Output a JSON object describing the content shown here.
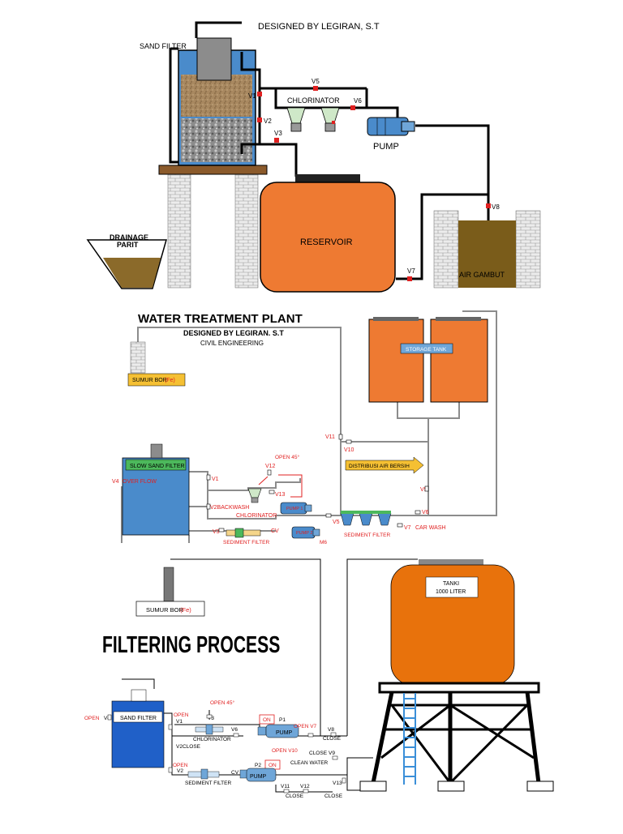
{
  "diagram1": {
    "credit": "DESIGNED BY LEGIRAN, S.T",
    "sand_filter": "SAND FILTER",
    "valve_v1": "V1",
    "valve_v2": "V2",
    "valve_v3": "V3",
    "valve_v5": "V5",
    "valve_v6": "V6",
    "valve_v7": "V7",
    "valve_v8": "V8",
    "chlorinator": "CHLORINATOR",
    "pump": "PUMP",
    "reservoir": "RESERVOIR",
    "drainage_line1": "DRAINAGE",
    "drainage_line2": "PARIT",
    "air_gambut": "AIR GAMBUT"
  },
  "diagram2": {
    "title": "WATER TREATMENT PLANT",
    "credit": "DESIGNED BY LEGIRAN. S.T",
    "subtitle": "CIVIL ENGINEERING",
    "sumur_bor": "SUMUR BOR",
    "fe": "(Fe)",
    "storage_tank": "STORAGE TANK",
    "slow_sand_filter": "SLOW SAND FILTER",
    "distribusi": "DISTRIBUSI AIR BERSIH",
    "valve_v1": "V1",
    "valve_v2": "V2BACKWASH",
    "valve_v3": "V3",
    "valve_v4": "V4",
    "over_flow": "OVER FLOW",
    "valve_v5": "V5",
    "valve_v6": "V6",
    "valve_v7": "V7",
    "valve_v9": "V9",
    "valve_v10": "V10",
    "valve_v11": "V11",
    "valve_v12": "V12",
    "valve_v13": "V13",
    "open45": "OPEN 45°",
    "chlorinator": "CHLORINATOR",
    "pump1": "PUMP 1",
    "pump2": "PUMP 2",
    "sediment_filter_a": "SEDIMENT FILTER",
    "sediment_filter_b": "SEDIMENT FILTER",
    "cv": "CV",
    "m6": "M6",
    "car_wash": "CAR WASH"
  },
  "diagram3": {
    "title": "FILTERING PROCESS",
    "sumur_bor": "SUMUR BOR",
    "fe": "(Fe)",
    "tank_line1": "TANKI",
    "tank_line2": "1000 LITER",
    "sand_filter": "SAND FILTER",
    "open_v4": "OPEN",
    "v4": "V4",
    "open_v1": "OPEN",
    "v1": "V1",
    "open_v2": "OPEN",
    "v2": "V2",
    "v2close": "V2CLOSE",
    "open45": "OPEN 45°",
    "v3": "V3",
    "v6": "V6",
    "chlorinator": "CHLORINATOR",
    "on1": "ON",
    "p1": "P1",
    "pump1": "PUMP",
    "open_v7": "OPEN V7",
    "v8": "V8",
    "close_v8": "CLOSE",
    "close_v9": "CLOSE",
    "v9": "V9",
    "p2": "P2",
    "on2": "ON",
    "open_v10": "OPEN V10",
    "clean_water": "CLEAN WATER",
    "sediment_filter": "SEDIMENT FILTER",
    "cv": "CV",
    "pump2": "PUMP",
    "v11": "V11",
    "v12": "V12",
    "close_bottom": "CLOSE",
    "v13": "V13",
    "close_v13": "CLOSE"
  },
  "colors": {
    "orange": "#EE7A32",
    "tank_orange": "#E8720C",
    "filter_blue": "#4A8BCB",
    "label_yellow": "#F5C033",
    "valve_red": "#E02020",
    "label_red": "#E02020",
    "mud": "#7A5C1A",
    "wood": "#8B5A2B",
    "brick": "#E6E6E6",
    "pipe": "#000000",
    "grey_pipe": "#888888",
    "ladder_blue": "#3B8FD8"
  }
}
